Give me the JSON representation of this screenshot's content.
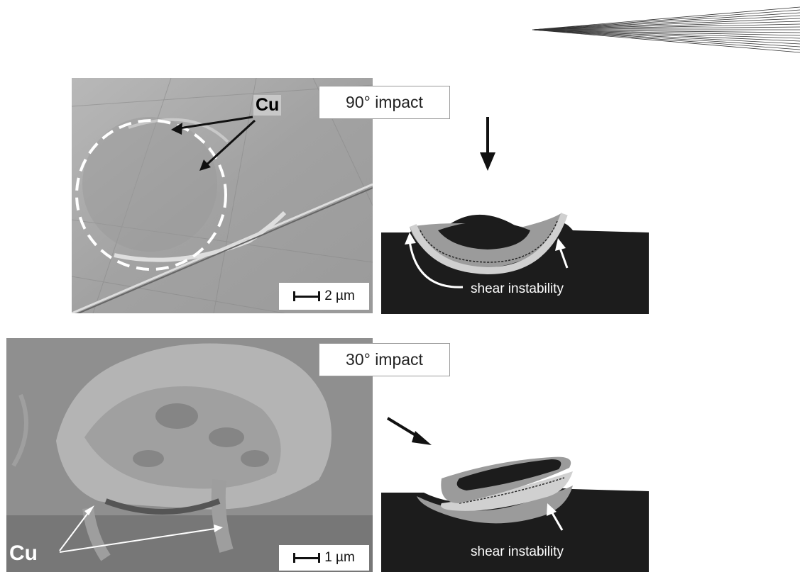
{
  "panels": [
    {
      "impact_label": "90° impact",
      "cu_label": "Cu",
      "scale_label": "2 µm",
      "simulation_label": "shear instability"
    },
    {
      "impact_label": "30° impact",
      "cu_label": "Cu",
      "scale_label": "1 µm",
      "simulation_label": "shear instability"
    }
  ],
  "colors": {
    "sem_top_bg": "#a9a9a9",
    "sem_bottom_bg": "#8f8f8f",
    "substrate": "#1c1c1c",
    "particle_gray": "#9b9b9b",
    "shear_band": "#d0d0d0"
  }
}
